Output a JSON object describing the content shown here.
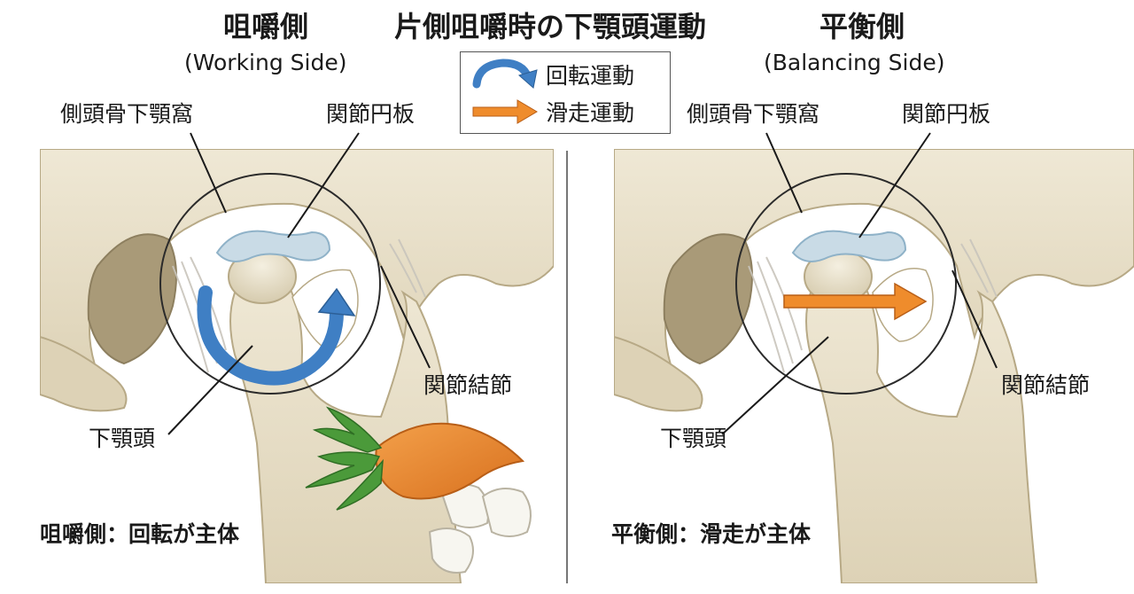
{
  "title": "片側咀嚼時の下顎頭運動",
  "left_panel": {
    "heading": "咀嚼側",
    "subheading": "(Working Side)",
    "labels": {
      "fossa": "側頭骨下顎窩",
      "disc": "関節円板",
      "tubercle": "関節結節",
      "condyle": "下顎頭"
    },
    "caption": "咀嚼側：回転が主体"
  },
  "right_panel": {
    "heading": "平衡側",
    "subheading": "(Balancing Side)",
    "labels": {
      "fossa": "側頭骨下顎窩",
      "disc": "関節円板",
      "tubercle": "関節結節",
      "condyle": "下顎頭"
    },
    "caption": "平衡側：滑走が主体"
  },
  "legend": {
    "rotation_label": "回転運動",
    "sliding_label": "滑走運動"
  },
  "colors": {
    "bone": "#ece4cf",
    "bone_shadow": "#cbbf9f",
    "disc": "#c9dbe6",
    "rotation_arrow": "#3f7fc4",
    "sliding_arrow": "#ef8c2c",
    "carrot": "#ea8a34",
    "leaf": "#4b9a3a",
    "divider": "#777777"
  }
}
